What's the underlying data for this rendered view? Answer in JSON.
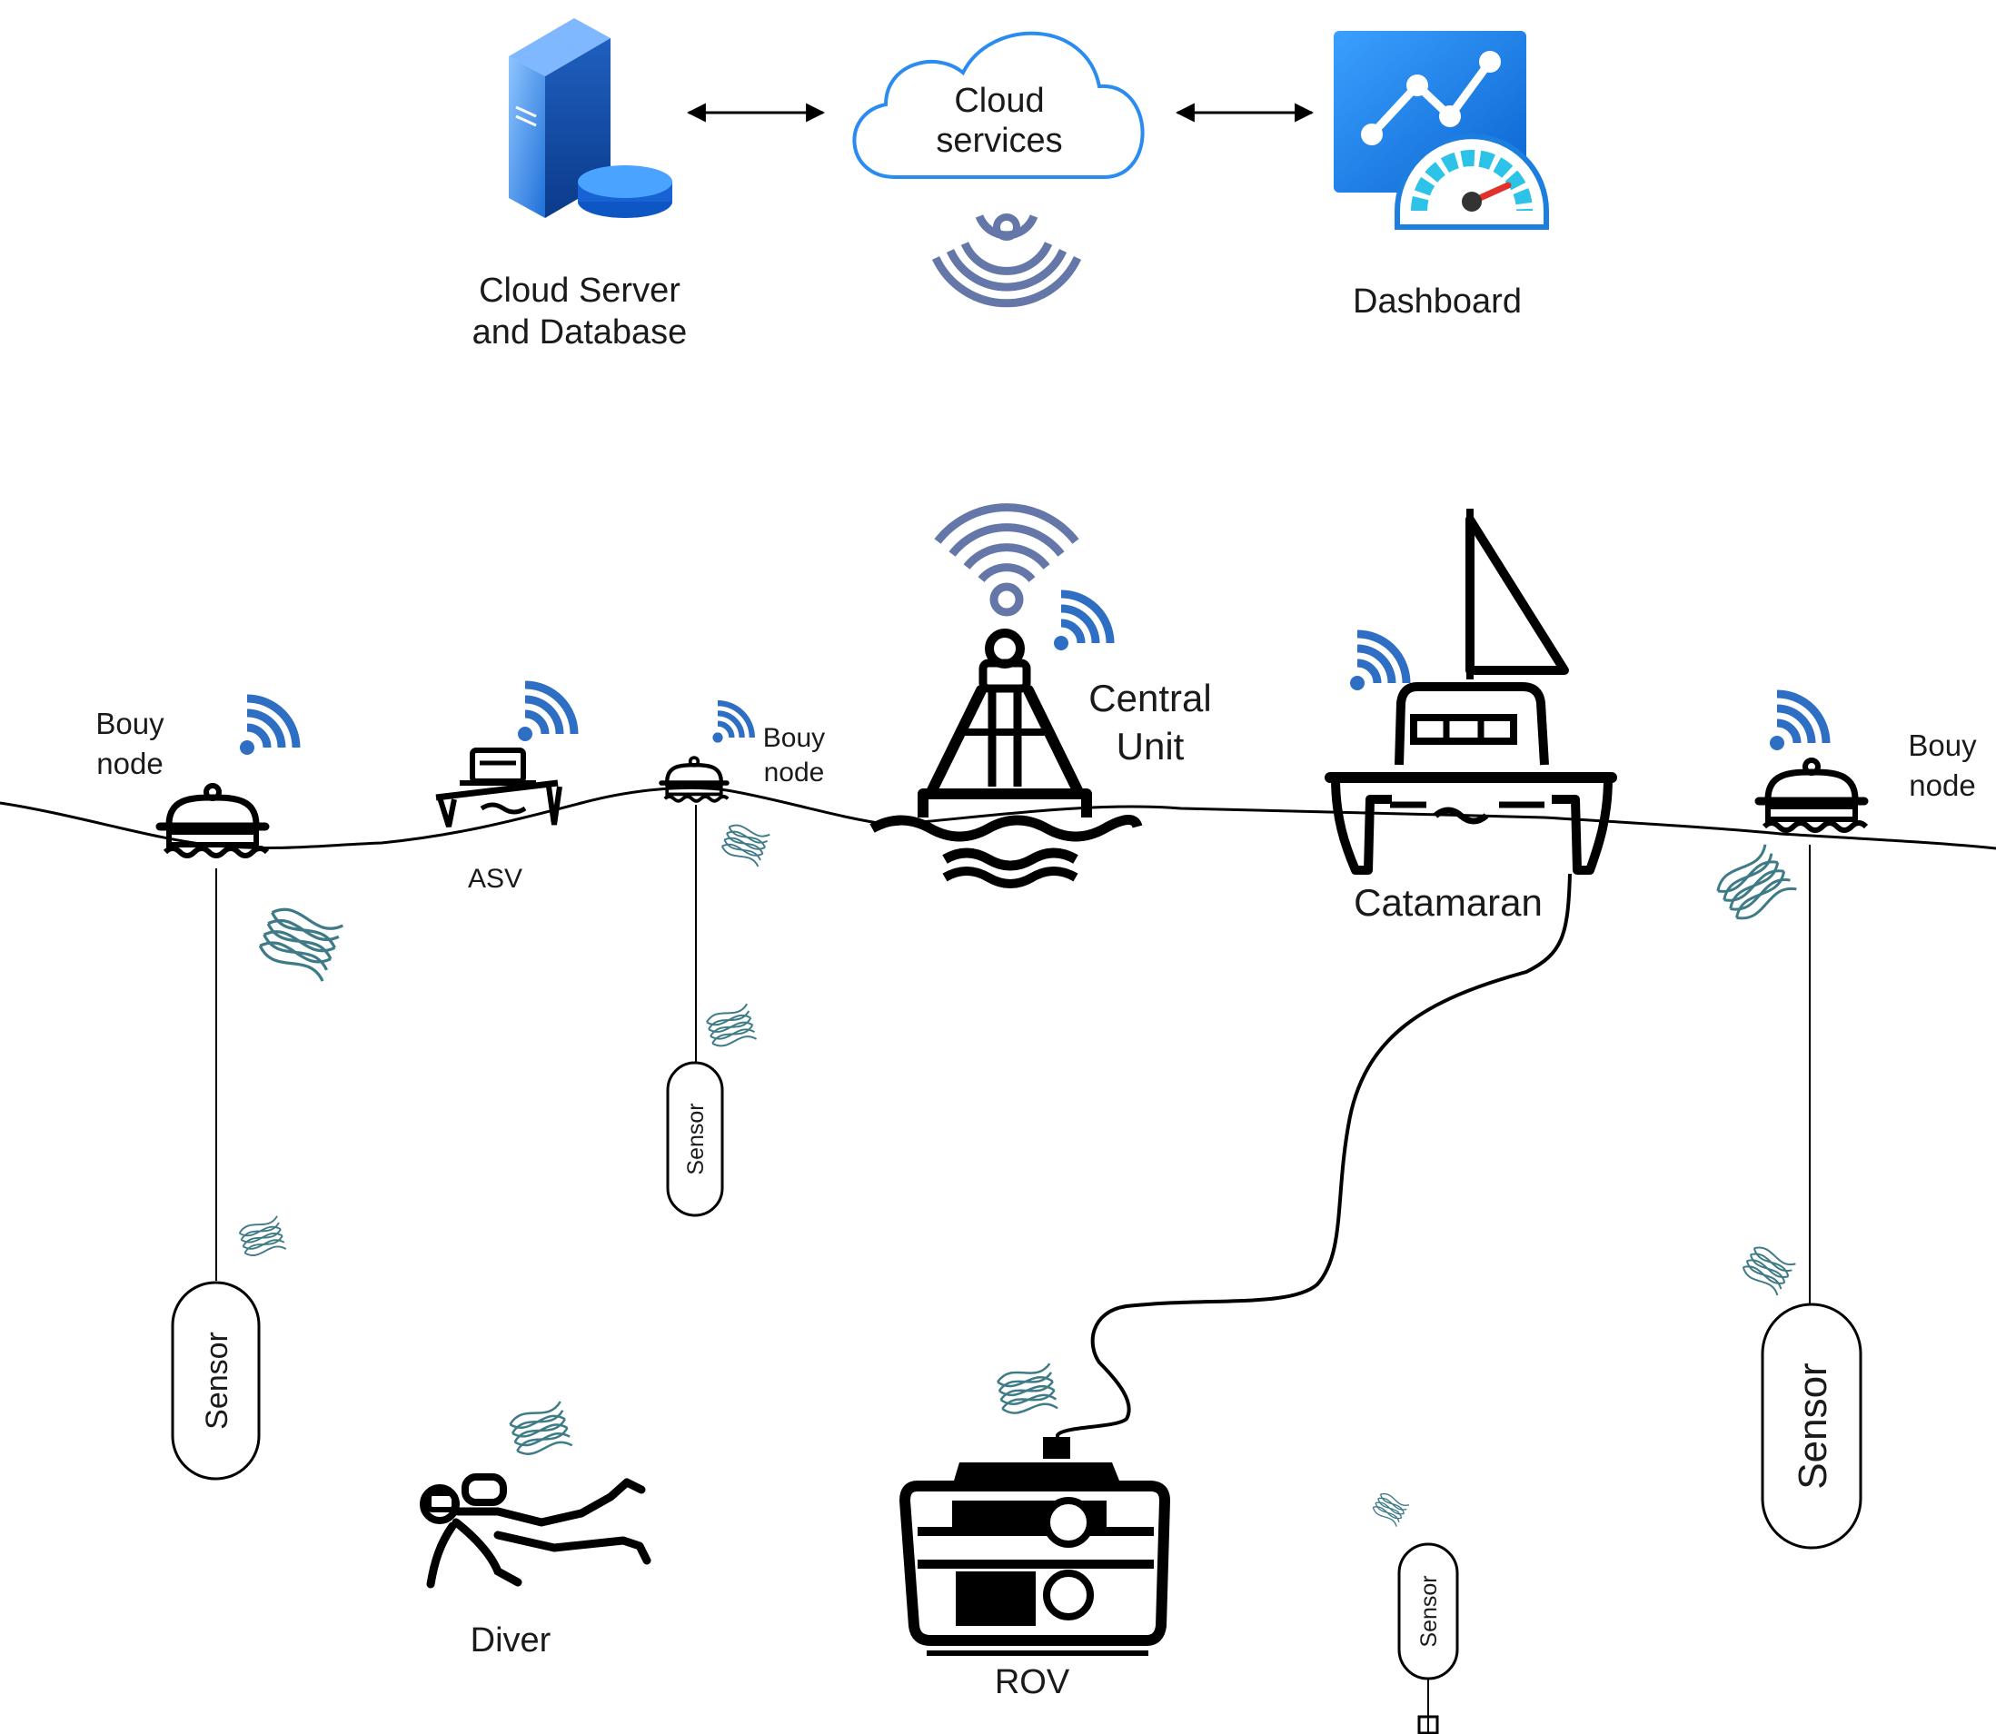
{
  "colors": {
    "server_blue": "#2f7fe0",
    "cloud_outline": "#2a8cf0",
    "dashboard_blue": "#1c7fe0",
    "wifi_blue": "#2e6fc4",
    "wifi_gray": "#6577a8",
    "sonar_teal": "#3f7b87",
    "ink": "#000000"
  },
  "top": {
    "server": {
      "icon": "server-database-icon",
      "line1": "Cloud Server",
      "line2": "and Database"
    },
    "cloud": {
      "icon": "cloud-icon",
      "line1": "Cloud",
      "line2": "services"
    },
    "dashboard": {
      "icon": "dashboard-chart-gauge-icon",
      "label": "Dashboard"
    }
  },
  "surface": {
    "buoy_left": {
      "icon": "buoy-icon",
      "line1": "Bouy",
      "line2": "node"
    },
    "asv": {
      "icon": "asv-boat-icon",
      "label": "ASV"
    },
    "buoy_mid": {
      "icon": "buoy-icon",
      "line1": "Bouy",
      "line2": "node"
    },
    "central": {
      "icon": "central-unit-buoy-icon",
      "line1": "Central",
      "line2": "Unit"
    },
    "catamaran": {
      "icon": "catamaran-icon",
      "label": "Catamaran"
    },
    "buoy_right": {
      "icon": "buoy-icon",
      "line1": "Bouy",
      "line2": "node"
    }
  },
  "underwater": {
    "sensor_left": "Sensor",
    "sensor_mid": "Sensor",
    "sensor_right": "Sensor",
    "sensor_bottom": "Sensor",
    "diver": {
      "icon": "scuba-diver-icon",
      "label": "Diver"
    },
    "rov": {
      "icon": "rov-icon",
      "label": "ROV"
    }
  }
}
